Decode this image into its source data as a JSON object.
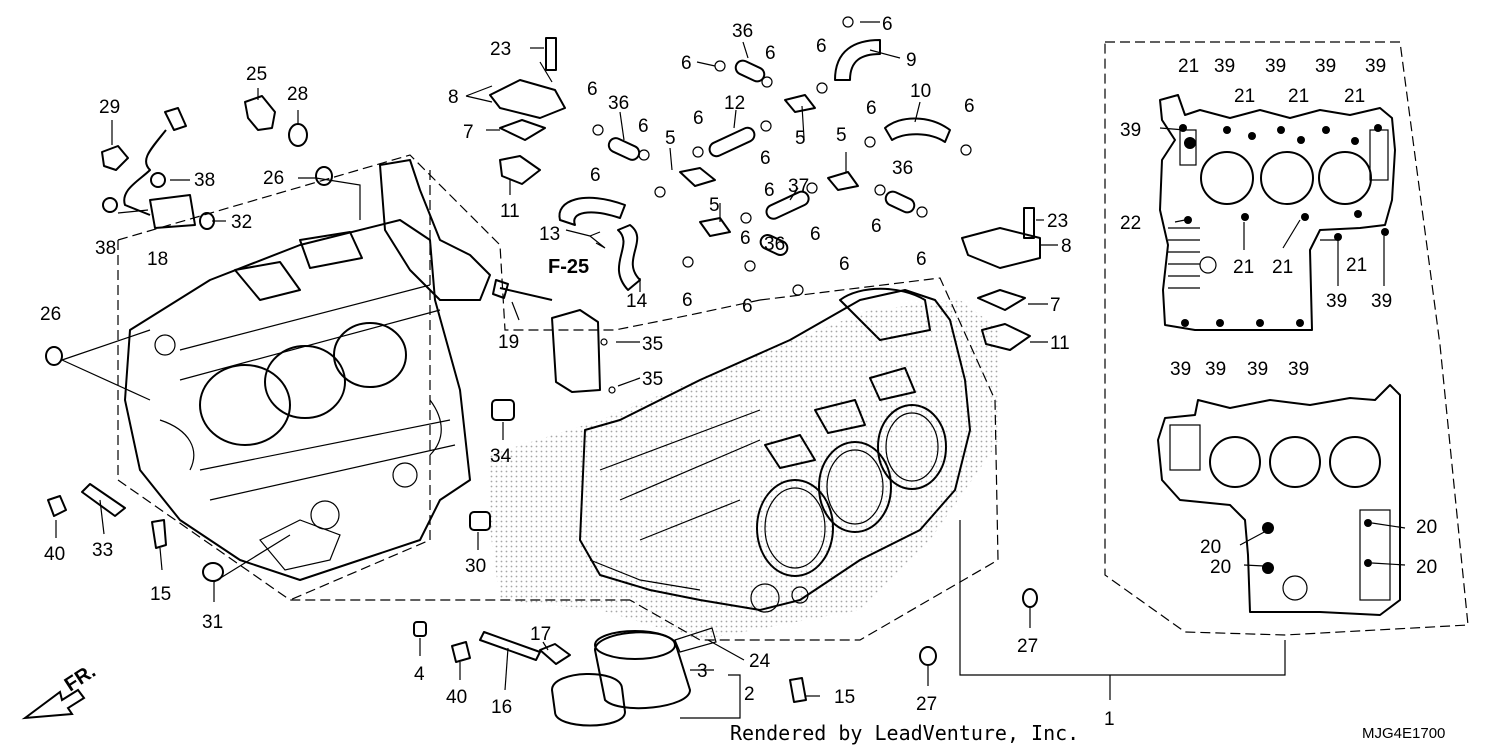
{
  "diagram": {
    "arrow_label": "F-25",
    "front_label": "FR.",
    "credit": "Rendered by LeadVenture, Inc.",
    "code": "MJG4E1700",
    "callouts": [
      {
        "id": "c29",
        "text": "29"
      },
      {
        "id": "c25",
        "text": "25"
      },
      {
        "id": "c28",
        "text": "28"
      },
      {
        "id": "c38a",
        "text": "38"
      },
      {
        "id": "c38b",
        "text": "38"
      },
      {
        "id": "c26a",
        "text": "26"
      },
      {
        "id": "c18",
        "text": "18"
      },
      {
        "id": "c32",
        "text": "32"
      },
      {
        "id": "c26b",
        "text": "26"
      },
      {
        "id": "c23a",
        "text": "23"
      },
      {
        "id": "c8a",
        "text": "8"
      },
      {
        "id": "c7a",
        "text": "7"
      },
      {
        "id": "c11a",
        "text": "11"
      },
      {
        "id": "c36a",
        "text": "36"
      },
      {
        "id": "c6a",
        "text": "6"
      },
      {
        "id": "c6b",
        "text": "6"
      },
      {
        "id": "c6c",
        "text": "6"
      },
      {
        "id": "c6d",
        "text": "6"
      },
      {
        "id": "c9",
        "text": "9"
      },
      {
        "id": "c6e",
        "text": "6"
      },
      {
        "id": "c36b",
        "text": "36"
      },
      {
        "id": "c6f",
        "text": "6"
      },
      {
        "id": "c12",
        "text": "12"
      },
      {
        "id": "c5a",
        "text": "5"
      },
      {
        "id": "c6g",
        "text": "6"
      },
      {
        "id": "c6h",
        "text": "6"
      },
      {
        "id": "c10",
        "text": "10"
      },
      {
        "id": "c6i",
        "text": "6"
      },
      {
        "id": "c6j",
        "text": "6"
      },
      {
        "id": "c5b",
        "text": "5"
      },
      {
        "id": "c5c",
        "text": "5"
      },
      {
        "id": "c6k",
        "text": "6"
      },
      {
        "id": "c6l",
        "text": "6"
      },
      {
        "id": "c6m",
        "text": "6"
      },
      {
        "id": "c36c",
        "text": "36"
      },
      {
        "id": "c37",
        "text": "37"
      },
      {
        "id": "c6n",
        "text": "6"
      },
      {
        "id": "c6o",
        "text": "6"
      },
      {
        "id": "c13",
        "text": "13"
      },
      {
        "id": "c6p",
        "text": "6"
      },
      {
        "id": "c14",
        "text": "14"
      },
      {
        "id": "c5d",
        "text": "5"
      },
      {
        "id": "c6q",
        "text": "6"
      },
      {
        "id": "c36d",
        "text": "36"
      },
      {
        "id": "c6r",
        "text": "6"
      },
      {
        "id": "c6s",
        "text": "6"
      },
      {
        "id": "c6t",
        "text": "6"
      },
      {
        "id": "c19",
        "text": "19"
      },
      {
        "id": "c35a",
        "text": "35"
      },
      {
        "id": "c35b",
        "text": "35"
      },
      {
        "id": "c34",
        "text": "34"
      },
      {
        "id": "c23b",
        "text": "23"
      },
      {
        "id": "c8b",
        "text": "8"
      },
      {
        "id": "c7b",
        "text": "7"
      },
      {
        "id": "c11b",
        "text": "11"
      },
      {
        "id": "c40a",
        "text": "40"
      },
      {
        "id": "c33",
        "text": "33"
      },
      {
        "id": "c15a",
        "text": "15"
      },
      {
        "id": "c31",
        "text": "31"
      },
      {
        "id": "c30",
        "text": "30"
      },
      {
        "id": "c4",
        "text": "4"
      },
      {
        "id": "c40b",
        "text": "40"
      },
      {
        "id": "c16",
        "text": "16"
      },
      {
        "id": "c17",
        "text": "17"
      },
      {
        "id": "c24",
        "text": "24"
      },
      {
        "id": "c3",
        "text": "3"
      },
      {
        "id": "c2",
        "text": "2"
      },
      {
        "id": "c15b",
        "text": "15"
      },
      {
        "id": "c27a",
        "text": "27"
      },
      {
        "id": "c27b",
        "text": "27"
      },
      {
        "id": "c1",
        "text": "1"
      },
      {
        "id": "c21a",
        "text": "21"
      },
      {
        "id": "c39a",
        "text": "39"
      },
      {
        "id": "c39b",
        "text": "39"
      },
      {
        "id": "c39c",
        "text": "39"
      },
      {
        "id": "c39d",
        "text": "39"
      },
      {
        "id": "c21b",
        "text": "21"
      },
      {
        "id": "c21c",
        "text": "21"
      },
      {
        "id": "c21d",
        "text": "21"
      },
      {
        "id": "c39e",
        "text": "39"
      },
      {
        "id": "c22",
        "text": "22"
      },
      {
        "id": "c21e",
        "text": "21"
      },
      {
        "id": "c21f",
        "text": "21"
      },
      {
        "id": "c21g",
        "text": "21"
      },
      {
        "id": "c39f",
        "text": "39"
      },
      {
        "id": "c39g",
        "text": "39"
      },
      {
        "id": "c39h",
        "text": "39"
      },
      {
        "id": "c39i",
        "text": "39"
      },
      {
        "id": "c39j",
        "text": "39"
      },
      {
        "id": "c39k",
        "text": "39"
      },
      {
        "id": "c20a",
        "text": "20"
      },
      {
        "id": "c20b",
        "text": "20"
      },
      {
        "id": "c20c",
        "text": "20"
      },
      {
        "id": "c20d",
        "text": "20"
      }
    ]
  }
}
